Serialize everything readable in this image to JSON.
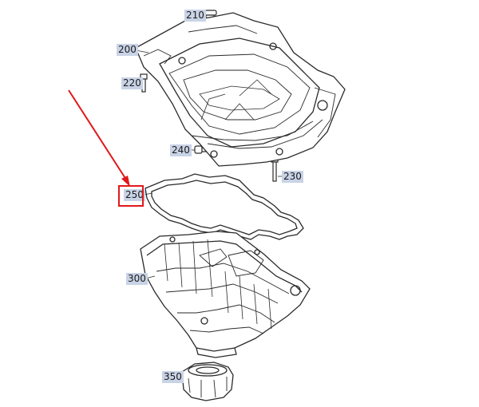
{
  "parts": [
    {
      "id": "p210",
      "number": "210"
    },
    {
      "id": "p200",
      "number": "200"
    },
    {
      "id": "p220",
      "number": "220"
    },
    {
      "id": "p240",
      "number": "240"
    },
    {
      "id": "p230",
      "number": "230"
    },
    {
      "id": "p250",
      "number": "250"
    },
    {
      "id": "p300",
      "number": "300"
    },
    {
      "id": "p350",
      "number": "350"
    }
  ],
  "highlight": {
    "part": "250",
    "color": "#e0191c"
  },
  "colors": {
    "label_bg": "#c9d3e6",
    "line": "#2a2a2a",
    "accent": "#e0191c"
  }
}
